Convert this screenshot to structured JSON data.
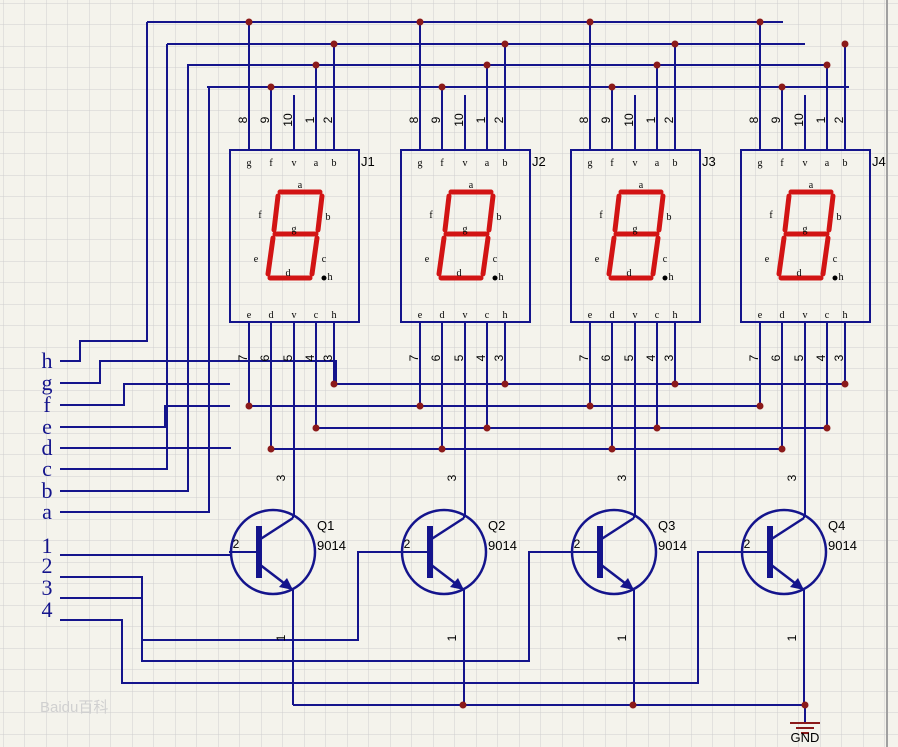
{
  "colors": {
    "wire": "#14148c",
    "segment": "#d21414",
    "junction": "#8b1a1a",
    "grid": "#cfcfcf"
  },
  "displays": [
    {
      "ref": "J1",
      "top_labels": [
        "g",
        "f",
        "v",
        "a",
        "b"
      ],
      "top_pins": [
        "8",
        "9",
        "10",
        "1",
        "2"
      ],
      "bottom_labels": [
        "e",
        "d",
        "v",
        "c",
        "h"
      ],
      "bottom_pins": [
        "7",
        "6",
        "5",
        "4",
        "3"
      ],
      "seg_labels": [
        "a",
        "f",
        "b",
        "g",
        "e",
        "c",
        "d",
        "h"
      ]
    },
    {
      "ref": "J2",
      "top_labels": [
        "g",
        "f",
        "v",
        "a",
        "b"
      ],
      "top_pins": [
        "8",
        "9",
        "10",
        "1",
        "2"
      ],
      "bottom_labels": [
        "e",
        "d",
        "v",
        "c",
        "h"
      ],
      "bottom_pins": [
        "7",
        "6",
        "5",
        "4",
        "3"
      ],
      "seg_labels": [
        "a",
        "f",
        "b",
        "g",
        "e",
        "c",
        "d",
        "h"
      ]
    },
    {
      "ref": "J3",
      "top_labels": [
        "g",
        "f",
        "v",
        "a",
        "b"
      ],
      "top_pins": [
        "8",
        "9",
        "10",
        "1",
        "2"
      ],
      "bottom_labels": [
        "e",
        "d",
        "v",
        "c",
        "h"
      ],
      "bottom_pins": [
        "7",
        "6",
        "5",
        "4",
        "3"
      ],
      "seg_labels": [
        "a",
        "f",
        "b",
        "g",
        "e",
        "c",
        "d",
        "h"
      ]
    },
    {
      "ref": "J4",
      "top_labels": [
        "g",
        "f",
        "v",
        "a",
        "b"
      ],
      "top_pins": [
        "8",
        "9",
        "10",
        "1",
        "2"
      ],
      "bottom_labels": [
        "e",
        "d",
        "v",
        "c",
        "h"
      ],
      "bottom_pins": [
        "7",
        "6",
        "5",
        "4",
        "3"
      ],
      "seg_labels": [
        "a",
        "f",
        "b",
        "g",
        "e",
        "c",
        "d",
        "h"
      ]
    }
  ],
  "transistors": [
    {
      "ref": "Q1",
      "part": "9014",
      "pin_base": "2",
      "pin_collector": "3",
      "pin_emitter": "1"
    },
    {
      "ref": "Q2",
      "part": "9014",
      "pin_base": "2",
      "pin_collector": "3",
      "pin_emitter": "1"
    },
    {
      "ref": "Q3",
      "part": "9014",
      "pin_base": "2",
      "pin_collector": "3",
      "pin_emitter": "1"
    },
    {
      "ref": "Q4",
      "part": "9014",
      "pin_base": "2",
      "pin_collector": "3",
      "pin_emitter": "1"
    }
  ],
  "inputs": [
    "h",
    "g",
    "f",
    "e",
    "d",
    "c",
    "b",
    "a",
    "1",
    "2",
    "3",
    "4"
  ],
  "ground_label": "GND",
  "watermark": "Baidu百科",
  "icons": {
    "display": "seven-segment-icon",
    "transistor": "npn-transistor-icon",
    "ground": "ground-icon"
  }
}
